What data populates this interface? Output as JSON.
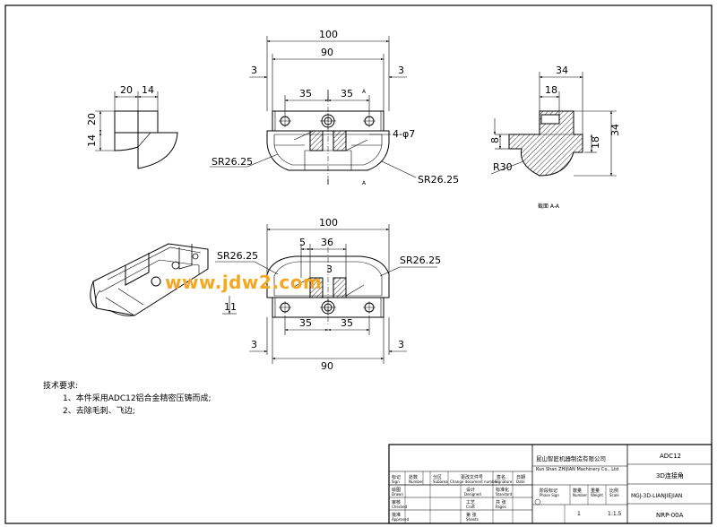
{
  "dims": {
    "front_total": "100",
    "front_inner": "90",
    "front_left_gap": "3",
    "front_right_gap": "3",
    "front_hole_left": "35",
    "front_hole_right": "35",
    "section_mark_top": "A",
    "section_mark_bottom": "A",
    "holes": "4-φ7",
    "radius_left": "SR26.25",
    "radius_right": "SR26.25",
    "side_w1": "20",
    "side_w2": "14",
    "side_h1": "20",
    "side_h2": "14",
    "sec_w": "34",
    "sec_inner": "18",
    "sec_h_small": "8",
    "sec_h_mid": "18",
    "sec_h_total": "34",
    "sec_radius": "R30",
    "section_caption": "截面 A-A",
    "bot_total": "100",
    "bot_radius_left": "SR26.25",
    "bot_radius_right": "SR26.25",
    "bot_5": "5",
    "bot_36": "36",
    "bot_3": "3",
    "bot_11": "11",
    "bot_hole_left": "35",
    "bot_hole_right": "35",
    "bot_left_gap": "3",
    "bot_right_gap": "3",
    "bot_inner": "90"
  },
  "watermark": "www.jdw2.com",
  "notes": {
    "title": "技术要求:",
    "item1": "1、本件采用ADC12铝合金精密压铸而成;",
    "item2": "2、去除毛刺、飞边;"
  },
  "title_block": {
    "material": "ADC12",
    "part_name": "3D连接角",
    "drawing_no": "MGJ-3D-LIANJIEJIAN",
    "code": "NRP-00A",
    "company_cn": "昆山智匠机器制造有限公司",
    "company_en": "Kun Shan ZHIJIAN Machinery Co., Ltd",
    "h_mark": "标记",
    "h_count": "处数",
    "h_zone": "分区",
    "h_change": "更改文件号",
    "h_sign": "签名",
    "h_date": "日期",
    "h_mark_en": "Sign",
    "h_count_en": "Number",
    "h_zone_en": "Subarea",
    "h_change_en": "Change document number",
    "h_sign_en": "Signature",
    "h_date_en": "Date",
    "r_draw": "绘图",
    "r_draw_en": "Drawn",
    "r_design": "设计",
    "r_design_en": "Designed",
    "r_check": "审核",
    "r_check_en": "Checked",
    "r_craft": "工艺",
    "r_craft_en": "Craft",
    "r_approve": "批准",
    "r_approve_en": "Approved",
    "r_std": "标准化",
    "r_std_en": "Standard",
    "r_page": "共 张",
    "r_page_en": "Pages",
    "r_sheet": "第 张",
    "r_sheet_en": "Sheets",
    "r_stage": "阶段标记",
    "r_stage_en": "Phase Sign",
    "r_qty": "数量",
    "r_qty_en": "Number",
    "r_weight": "重量",
    "r_weight_en": "Weight",
    "r_scale": "比例",
    "r_scale_en": "Scale",
    "qty_val": "1",
    "scale_val": "1:1.5",
    "proj_symbol": "projection-symbol"
  }
}
